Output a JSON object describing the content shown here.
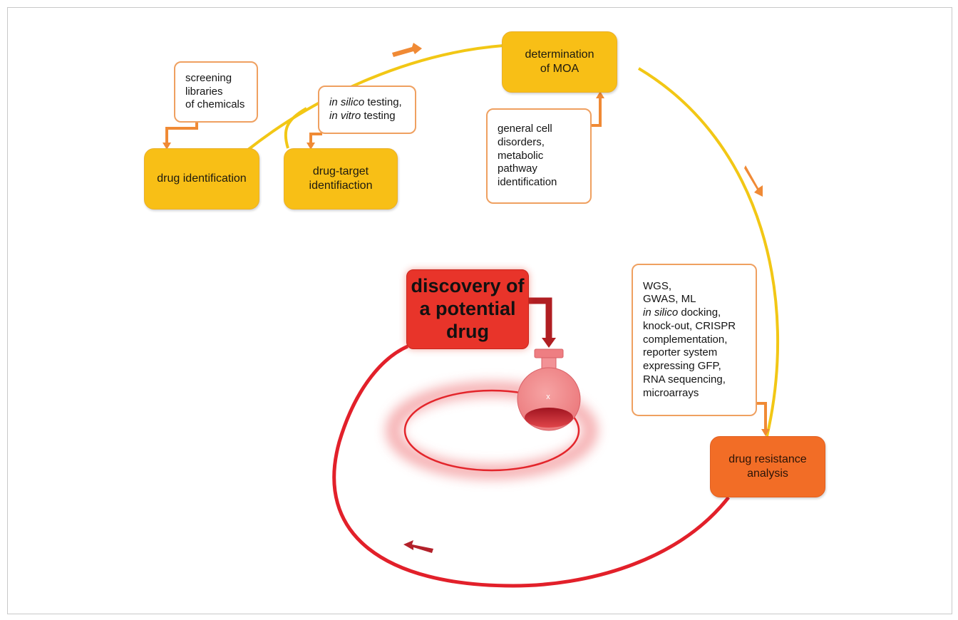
{
  "colors": {
    "yellow_stage": "#f8bf16",
    "orange_stage": "#f26d26",
    "red_main": "#e8342a",
    "note_border": "#efa060",
    "yellow_path": "#f2c715",
    "red_path": "#e2202a",
    "connector": "#f08a35"
  },
  "stages": {
    "drug_identification": "drug identification",
    "drug_target": [
      "drug-target",
      "identifiaction"
    ],
    "determination_moa": [
      "determination",
      "of MOA"
    ],
    "drug_resistance": [
      "drug resistance",
      "analysis"
    ]
  },
  "notes": {
    "screening": [
      "screening",
      "libraries",
      "of chemicals"
    ],
    "testing": {
      "line1_italic": "in silico",
      "line1_rest": " testing,",
      "line2_italic": "in vitro",
      "line2_rest": " testing"
    },
    "cell_disorders": [
      "general cell",
      "disorders,",
      "metabolic",
      "pathway",
      "identification"
    ],
    "methods": {
      "l1": "WGS,",
      "l2": "GWAS, ML",
      "l3_italic": "in silico",
      "l3_rest": " docking,",
      "l4": "knock-out, CRISPR",
      "l5": "complementation,",
      "l6": "reporter system",
      "l7": "expressing GFP,",
      "l8": "RNA sequencing,",
      "l9": "microarrays"
    }
  },
  "main_box": [
    "discovery of",
    "a potential",
    "drug"
  ],
  "flask": {
    "icon": "flask-icon",
    "label": "x"
  }
}
